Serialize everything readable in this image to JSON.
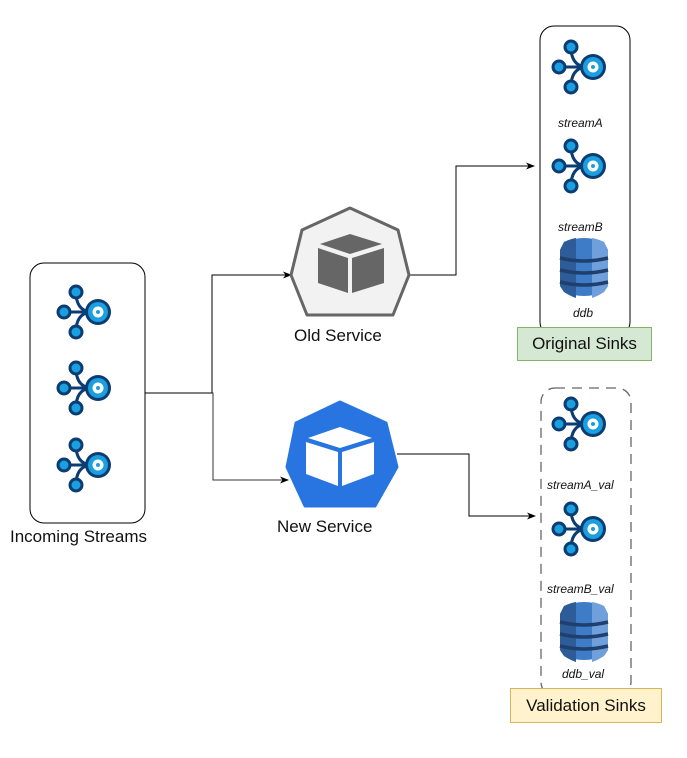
{
  "diagram": {
    "incoming": {
      "label": "Incoming Streams",
      "items": [
        "stream-icon",
        "stream-icon",
        "stream-icon"
      ]
    },
    "services": {
      "old": {
        "label": "Old Service",
        "icon": "kubernetes-pod-icon",
        "fill": "#f2f2f2",
        "stroke": "#666666",
        "cube": "#666666"
      },
      "new": {
        "label": "New Service",
        "icon": "kubernetes-pod-icon",
        "fill": "#2875e2",
        "stroke": "#2875e2",
        "cube": "#ffffff"
      }
    },
    "original_sinks": {
      "tag": "Original Sinks",
      "tag_bg": "#d5e8d4",
      "tag_border": "#82b366",
      "items": [
        {
          "name": "streamA",
          "icon": "stream-icon"
        },
        {
          "name": "streamB",
          "icon": "stream-icon"
        },
        {
          "name": "ddb",
          "icon": "dynamodb-icon"
        }
      ]
    },
    "validation_sinks": {
      "tag": "Validation Sinks",
      "tag_bg": "#fff2cc",
      "tag_border": "#d6b656",
      "items": [
        {
          "name": "streamA_val",
          "icon": "stream-icon"
        },
        {
          "name": "streamB_val",
          "icon": "stream-icon"
        },
        {
          "name": "ddb_val",
          "icon": "dynamodb-icon"
        }
      ]
    },
    "colors": {
      "stream_dark": "#0b3d73",
      "stream_light": "#1a9fe0",
      "ddb_dark": "#2e5c99",
      "ddb_mid": "#3f7cc8",
      "ddb_light": "#6fa0db"
    }
  }
}
